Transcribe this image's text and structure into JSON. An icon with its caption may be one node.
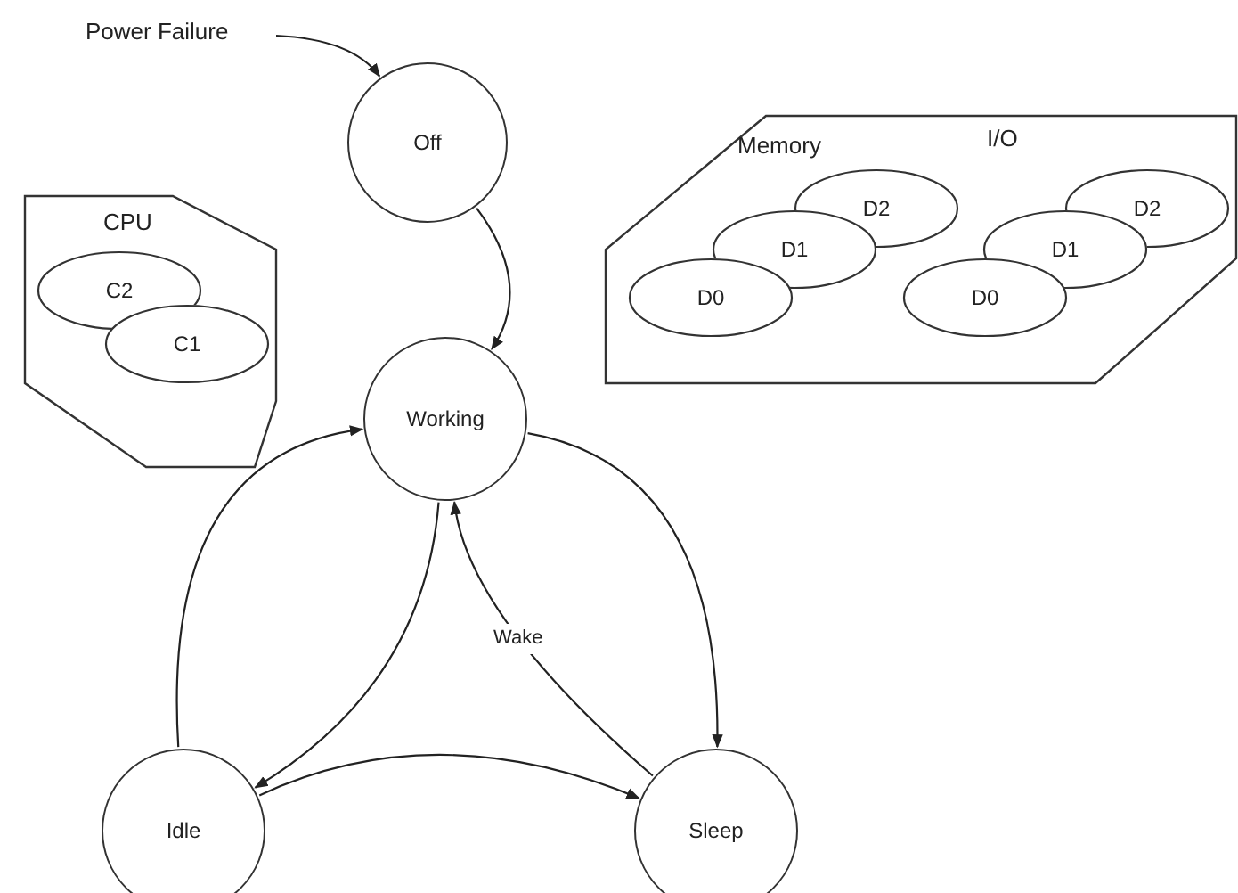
{
  "diagram": {
    "nodes": [
      {
        "text": [
          "Power Failure"
        ]
      },
      {
        "text": [
          "Off"
        ]
      },
      {
        "text": [
          "Working"
        ]
      },
      {
        "text": [
          "Idle"
        ]
      },
      {
        "text": [
          "Sleep"
        ]
      },
      {
        "text": [
          "CPU"
        ]
      },
      {
        "text": [
          "C2"
        ],
        "in": 5
      },
      {
        "text": [
          "C1"
        ],
        "in": 5
      },
      {
        "text": [
          "Memory",
          "I/O"
        ]
      },
      {
        "text": [
          "D2"
        ],
        "in": 8
      },
      {
        "text": [
          "D1"
        ],
        "in": 8
      },
      {
        "text": [
          "D0"
        ],
        "in": 8
      },
      {
        "text": [
          "D2"
        ],
        "in": 8
      },
      {
        "text": [
          "D1"
        ],
        "in": 8
      },
      {
        "text": [
          "D0"
        ],
        "in": 8
      }
    ],
    "edges": [
      {
        "from": 0,
        "to": 1,
        "arrow": "to"
      },
      {
        "from": 1,
        "to": 2,
        "arrow": "to"
      },
      {
        "from": 3,
        "to": 2,
        "arrow": "to"
      },
      {
        "from": 2,
        "to": 3,
        "arrow": "to"
      },
      {
        "from": 2,
        "to": 4,
        "arrow": "to"
      },
      {
        "from": 4,
        "to": 2,
        "arrow": "to",
        "label": "Wake"
      },
      {
        "from": 3,
        "to": 4,
        "arrow": "to"
      }
    ]
  }
}
